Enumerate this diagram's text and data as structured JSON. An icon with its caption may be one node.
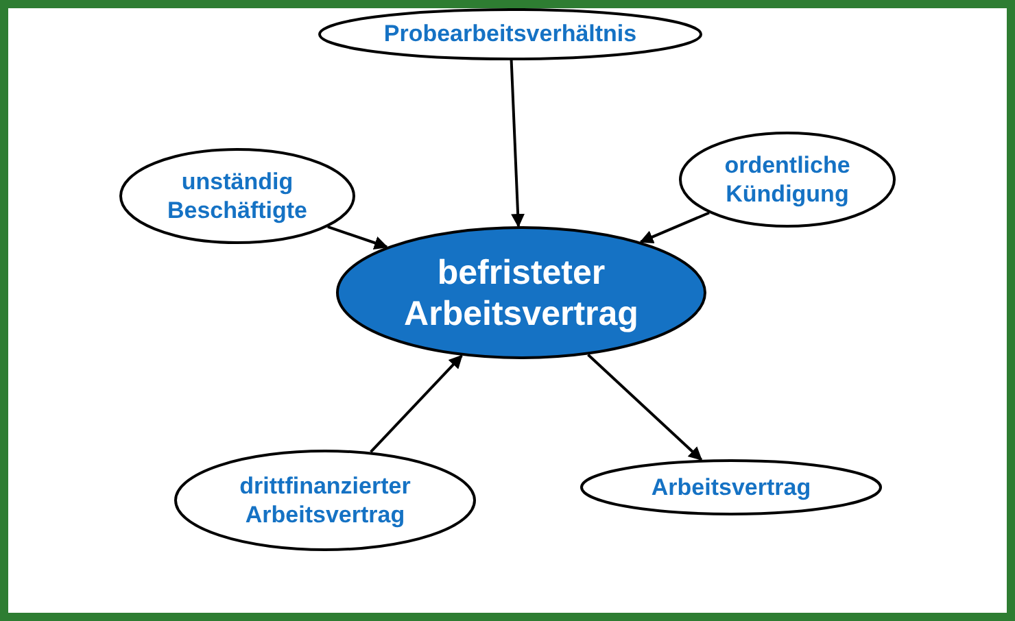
{
  "diagram": {
    "nodes": [
      {
        "text": [
          "Probearbeitsverhältnis"
        ]
      },
      {
        "text": [
          "unständig Beschäftigte"
        ]
      },
      {
        "text": [
          "ordentliche Kündigung"
        ]
      },
      {
        "text": [
          "befristeter Arbeitsvertrag"
        ]
      },
      {
        "text": [
          "drittfinanzierter Arbeitsvertrag"
        ]
      },
      {
        "text": [
          "Arbeitsvertrag"
        ]
      }
    ],
    "edges": [
      {
        "from": 0,
        "to": 3,
        "arrow": "to"
      },
      {
        "from": 1,
        "to": 3,
        "arrow": "to"
      },
      {
        "from": 2,
        "to": 3,
        "arrow": "to"
      },
      {
        "from": 4,
        "to": 3,
        "arrow": "to"
      },
      {
        "from": 3,
        "to": 5,
        "arrow": "to"
      }
    ]
  }
}
